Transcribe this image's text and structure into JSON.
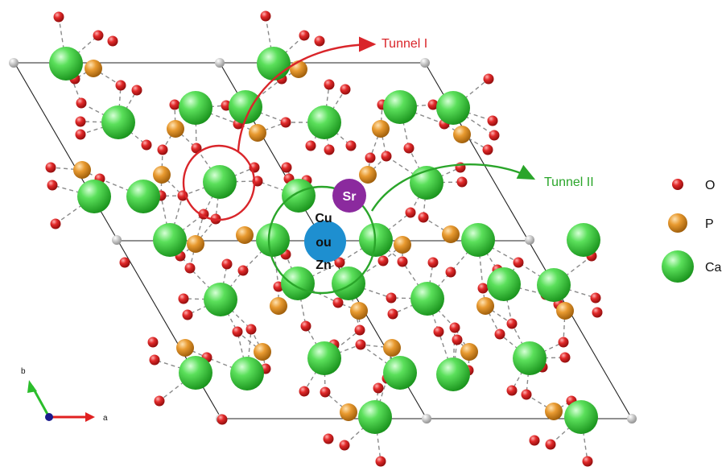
{
  "tunnels": {
    "tunnel1": {
      "label": "Tunnel I",
      "color": "#d9252a"
    },
    "tunnel2": {
      "label": "Tunnel II",
      "color": "#2aa52a"
    }
  },
  "sites": {
    "sr": {
      "label": "Sr",
      "color": "#8b2a9e"
    },
    "cu_zn": {
      "label_top": "Cu",
      "label_mid": "ou",
      "label_bot": "Zn",
      "color": "#1e8fd0"
    }
  },
  "legend": [
    {
      "label": "O",
      "color": "#d9232a"
    },
    {
      "label": "P",
      "color": "#e08a1e"
    },
    {
      "label": "Ca",
      "color": "#3fd23f"
    }
  ],
  "axes": {
    "a_label": "a",
    "b_label": "b",
    "a_color": "#e02020",
    "b_color": "#2bbd2b",
    "c_color": "#1a1a8c"
  }
}
